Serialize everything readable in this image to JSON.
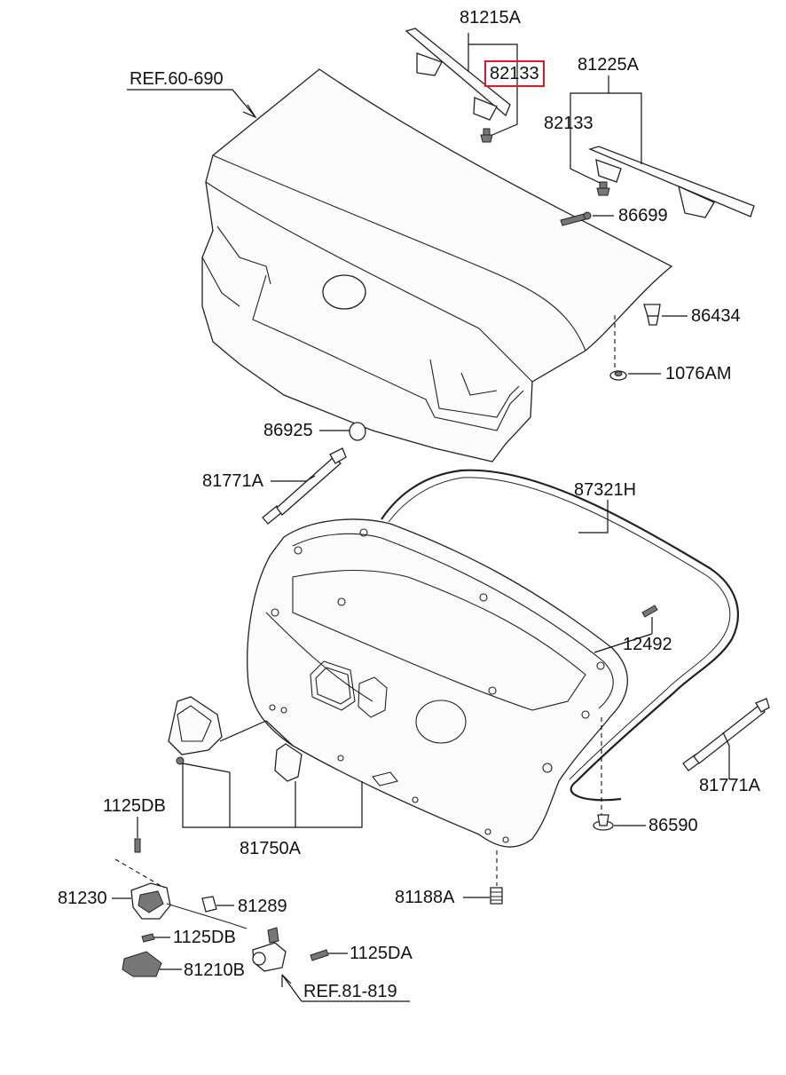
{
  "labels": {
    "ref_60_690": "REF.60-690",
    "p81215A": "81215A",
    "p82133_highlight": "82133",
    "p81225A": "81225A",
    "p82133": "82133",
    "p86699": "86699",
    "p86434": "86434",
    "p1076AM": "1076AM",
    "p86925": "86925",
    "p81771A_left": "81771A",
    "p87321H": "87321H",
    "p12492": "12492",
    "p81771A_right": "81771A",
    "p86590": "86590",
    "p1125DB_top": "1125DB",
    "p81750A": "81750A",
    "p81188A": "81188A",
    "p81230": "81230",
    "p81289": "81289",
    "p1125DB_bottom": "1125DB",
    "p1125DA": "1125DA",
    "p81210B": "81210B",
    "ref_81_819": "REF.81-819"
  },
  "highlight_color": "#e0192a"
}
